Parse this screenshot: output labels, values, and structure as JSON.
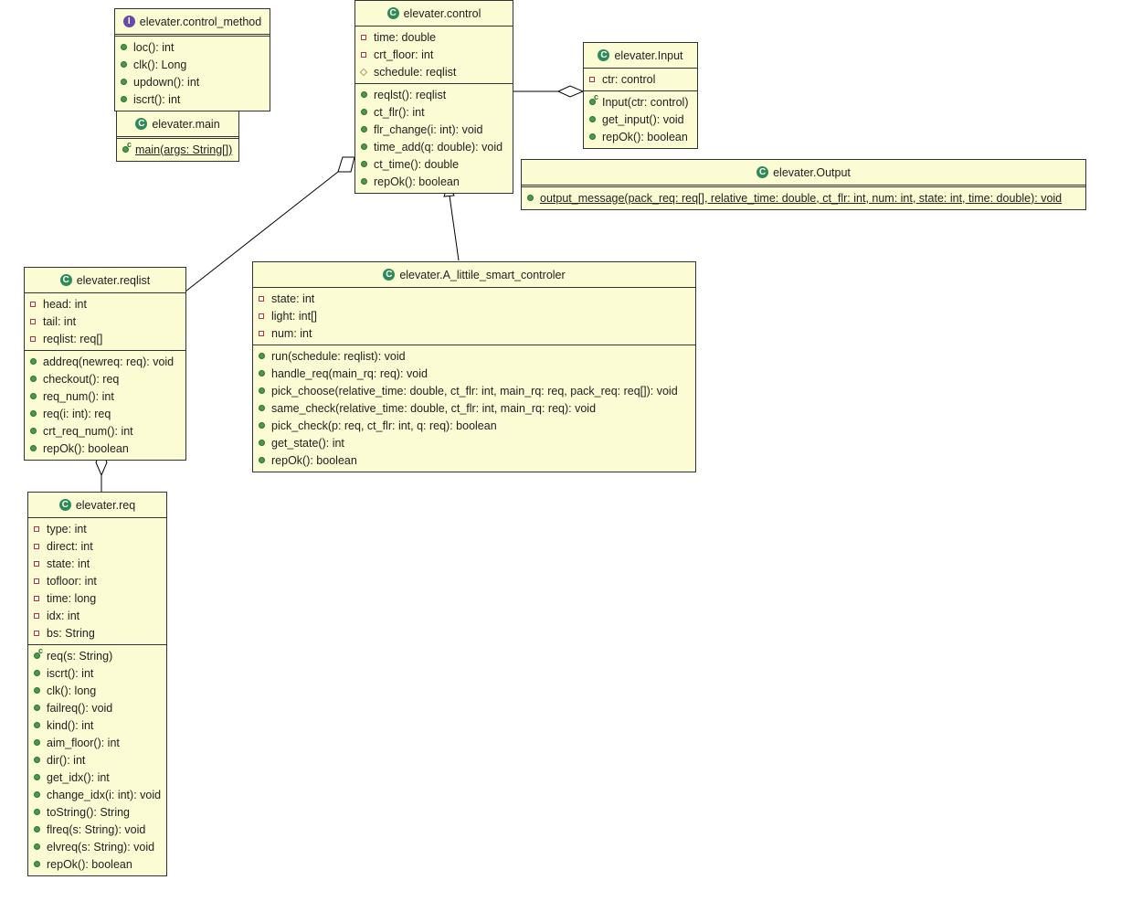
{
  "classes": [
    {
      "id": "control_method",
      "kind": "interface",
      "icon": "I",
      "name": "elevater.control_method",
      "attrs": [],
      "methods": [
        {
          "v": "pub",
          "t": "loc(): int"
        },
        {
          "v": "pub",
          "t": "clk(): Long"
        },
        {
          "v": "pub",
          "t": "updown(): int"
        },
        {
          "v": "pub",
          "t": "iscrt(): int"
        }
      ]
    },
    {
      "id": "main",
      "kind": "class",
      "icon": "C",
      "name": "elevater.main",
      "attrs": [],
      "methods": [
        {
          "v": "pub",
          "ctor": true,
          "static": true,
          "t": "main(args: String[])"
        }
      ]
    },
    {
      "id": "control",
      "kind": "class",
      "icon": "C",
      "name": "elevater.control",
      "attrs": [
        {
          "v": "priv",
          "t": "time: double"
        },
        {
          "v": "priv",
          "t": "crt_floor: int"
        },
        {
          "v": "prot",
          "t": "schedule: reqlist"
        }
      ],
      "methods": [
        {
          "v": "pub",
          "t": "reqlst(): reqlist"
        },
        {
          "v": "pub",
          "t": "ct_flr(): int"
        },
        {
          "v": "pub",
          "t": "flr_change(i: int): void"
        },
        {
          "v": "pub",
          "t": "time_add(q: double): void"
        },
        {
          "v": "pub",
          "t": "ct_time(): double"
        },
        {
          "v": "pub",
          "t": "repOk(): boolean"
        }
      ]
    },
    {
      "id": "input",
      "kind": "class",
      "icon": "C",
      "name": "elevater.Input",
      "attrs": [
        {
          "v": "priv",
          "t": "ctr: control"
        }
      ],
      "methods": [
        {
          "v": "pub",
          "ctor": true,
          "t": "Input(ctr: control)"
        },
        {
          "v": "pub",
          "t": "get_input(): void"
        },
        {
          "v": "pub",
          "t": "repOk(): boolean"
        }
      ]
    },
    {
      "id": "output",
      "kind": "class",
      "icon": "C",
      "name": "elevater.Output",
      "attrs": [],
      "methods": [
        {
          "v": "pub",
          "static": true,
          "t": "output_message(pack_req: req[], relative_time: double, ct_flr: int, num: int, state: int, time: double): void"
        }
      ]
    },
    {
      "id": "reqlist",
      "kind": "class",
      "icon": "C",
      "name": "elevater.reqlist",
      "attrs": [
        {
          "v": "priv",
          "t": "head: int"
        },
        {
          "v": "priv",
          "t": "tail: int"
        },
        {
          "v": "priv",
          "t": "reqlist: req[]"
        }
      ],
      "methods": [
        {
          "v": "pub",
          "t": "addreq(newreq: req): void"
        },
        {
          "v": "pub",
          "t": "checkout(): req"
        },
        {
          "v": "pub",
          "t": "req_num(): int"
        },
        {
          "v": "pub",
          "t": "req(i: int): req"
        },
        {
          "v": "pub",
          "t": "crt_req_num(): int"
        },
        {
          "v": "pub",
          "t": "repOk(): boolean"
        }
      ]
    },
    {
      "id": "smart",
      "kind": "class",
      "icon": "C",
      "name": "elevater.A_littile_smart_controler",
      "attrs": [
        {
          "v": "priv",
          "t": "state: int"
        },
        {
          "v": "priv",
          "t": "light: int[]"
        },
        {
          "v": "priv",
          "t": "num: int"
        }
      ],
      "methods": [
        {
          "v": "pub",
          "t": "run(schedule: reqlist): void"
        },
        {
          "v": "pub",
          "t": "handle_req(main_rq: req): void"
        },
        {
          "v": "pub",
          "t": "pick_choose(relative_time: double, ct_flr: int, main_rq: req, pack_req: req[]): void"
        },
        {
          "v": "pub",
          "t": "same_check(relative_time: double, ct_flr: int, main_rq: req): void"
        },
        {
          "v": "pub",
          "t": "pick_check(p: req, ct_flr: int, q: req): boolean"
        },
        {
          "v": "pub",
          "t": "get_state(): int"
        },
        {
          "v": "pub",
          "t": "repOk(): boolean"
        }
      ]
    },
    {
      "id": "req",
      "kind": "class",
      "icon": "C",
      "name": "elevater.req",
      "attrs": [
        {
          "v": "priv",
          "t": "type: int"
        },
        {
          "v": "priv",
          "t": "direct: int"
        },
        {
          "v": "priv",
          "t": "state: int"
        },
        {
          "v": "priv",
          "t": "tofloor: int"
        },
        {
          "v": "priv",
          "t": "time: long"
        },
        {
          "v": "priv",
          "t": "idx: int"
        },
        {
          "v": "priv",
          "t": "bs: String"
        }
      ],
      "methods": [
        {
          "v": "pub",
          "ctor": true,
          "t": "req(s: String)"
        },
        {
          "v": "pub",
          "t": "iscrt(): int"
        },
        {
          "v": "pub",
          "t": "clk(): long"
        },
        {
          "v": "pub",
          "t": "failreq(): void"
        },
        {
          "v": "pub",
          "t": "kind(): int"
        },
        {
          "v": "pub",
          "t": "aim_floor(): int"
        },
        {
          "v": "pub",
          "t": "dir(): int"
        },
        {
          "v": "pub",
          "t": "get_idx(): int"
        },
        {
          "v": "pub",
          "t": "change_idx(i: int): void"
        },
        {
          "v": "pub",
          "t": "toString(): String"
        },
        {
          "v": "pub",
          "t": "flreq(s: String): void"
        },
        {
          "v": "pub",
          "t": "elvreq(s: String): void"
        },
        {
          "v": "pub",
          "t": "repOk(): boolean"
        }
      ]
    }
  ],
  "relations": [
    {
      "type": "aggregation",
      "from": "control",
      "to": "reqlist"
    },
    {
      "type": "aggregation",
      "from": "input",
      "to": "control"
    },
    {
      "type": "generalization",
      "from": "smart",
      "to": "control"
    },
    {
      "type": "aggregation",
      "from": "reqlist",
      "to": "req"
    }
  ]
}
